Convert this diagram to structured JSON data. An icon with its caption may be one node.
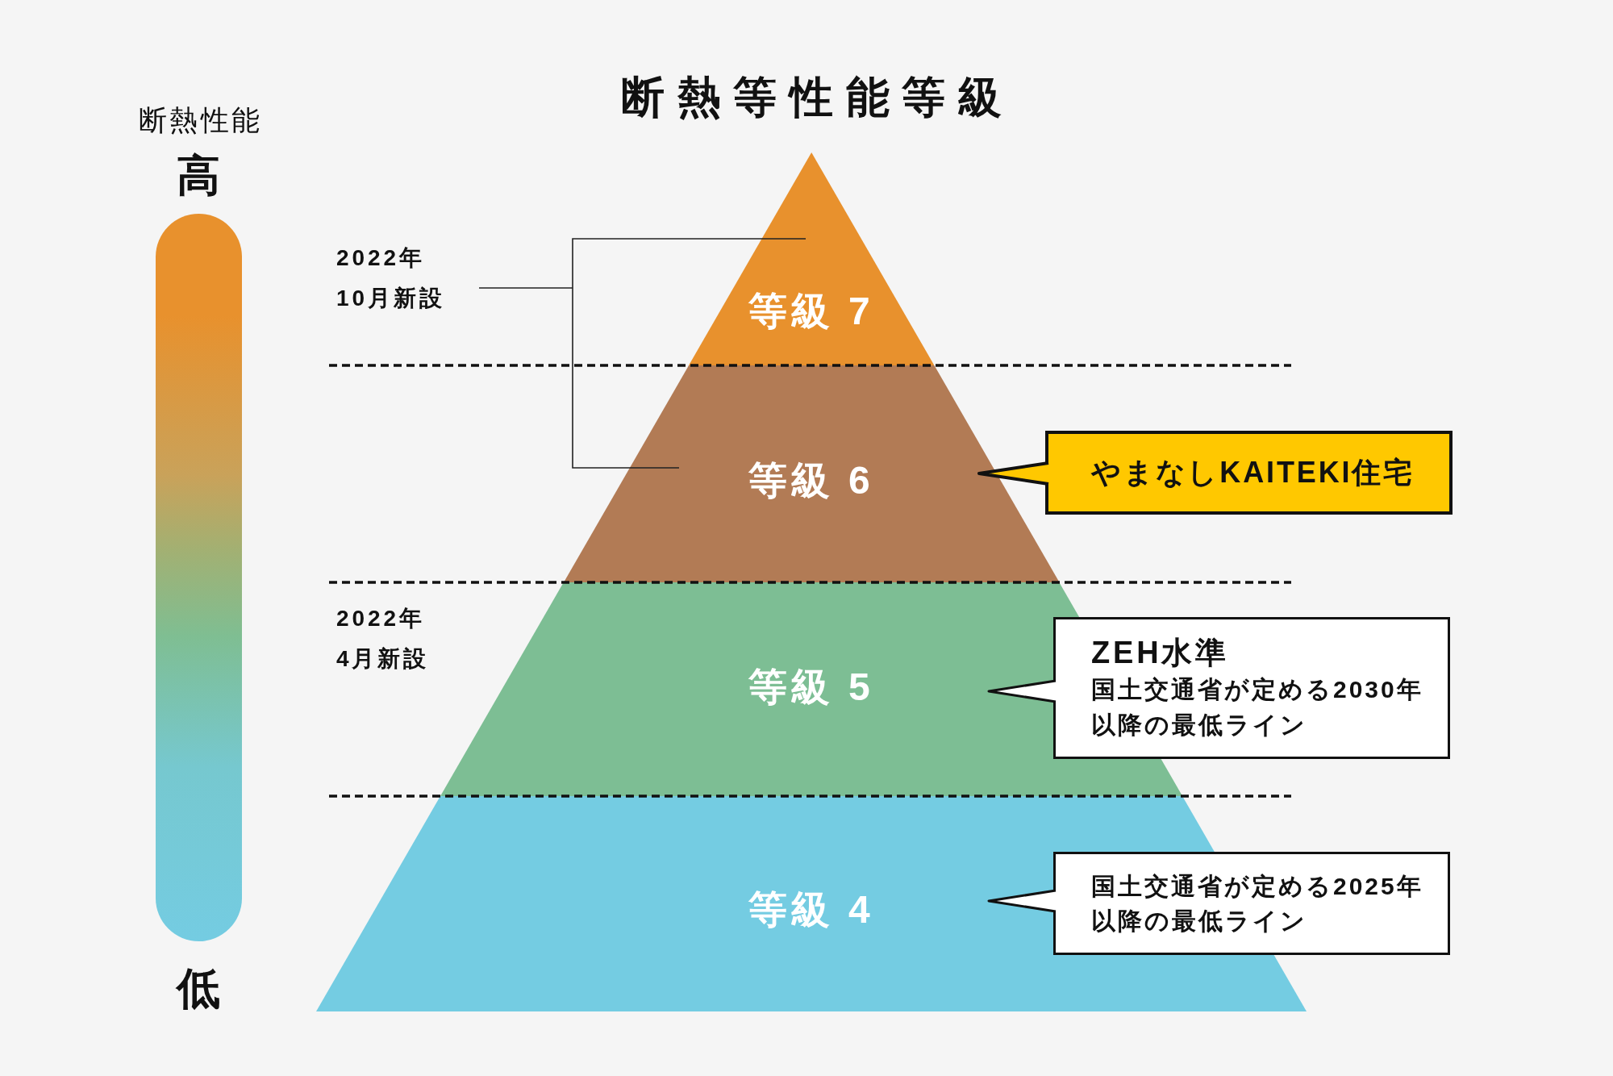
{
  "diagram": {
    "title": "断熱等性能等級",
    "nodes": [
      {
        "text": [
          "等級 7"
        ]
      },
      {
        "text": [
          "等級 6"
        ]
      },
      {
        "text": [
          "やまなしKAITEKI住宅"
        ]
      },
      {
        "text": [
          "等級 5"
        ],
        "beside": [
          "2022年4月新設"
        ]
      },
      {
        "text": [
          "ZEH水準",
          "国土交通省が定める2030年以降の最低ライン"
        ]
      },
      {
        "text": [
          "等級 4"
        ]
      },
      {
        "text": [
          "国土交通省が定める2025年以降の最低ライン"
        ]
      },
      {
        "text": [],
        "shape": "bar",
        "beside": [
          "断熱性能",
          "高",
          "低"
        ]
      }
    ],
    "edges": [
      {
        "from": 2,
        "to": 1,
        "arrow": "to"
      },
      {
        "from": 4,
        "to": 3,
        "arrow": "to"
      },
      {
        "from": 6,
        "to": 5,
        "arrow": "to"
      }
    ],
    "labels": [
      "2022年10月新設"
    ]
  }
}
